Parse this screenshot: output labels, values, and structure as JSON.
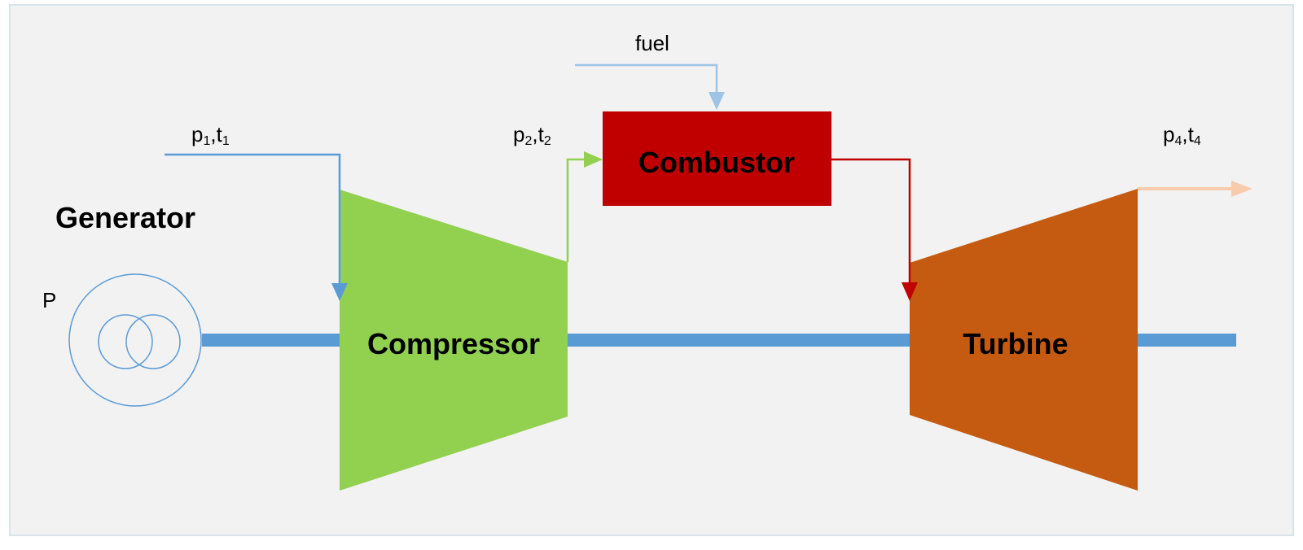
{
  "components": {
    "generator_label": "Generator",
    "power_label": "P",
    "compressor_label": "Compressor",
    "combustor_label": "Combustor",
    "turbine_label": "Turbine"
  },
  "streams": {
    "inlet": {
      "p": "p",
      "p_sub": "1",
      "sep": ",",
      "t": "t",
      "t_sub": "1"
    },
    "compressor_out": {
      "p": "p",
      "p_sub": "2",
      "sep": ",",
      "t": "t",
      "t_sub": "2"
    },
    "exhaust": {
      "p": "p",
      "p_sub": "4",
      "sep": ",",
      "t": "t",
      "t_sub": "4"
    },
    "fuel_label": "fuel"
  },
  "colors": {
    "shaft": "#5b9bd5",
    "inlet_flow": "#5b9bd5",
    "fuel_flow": "#9dc3e6",
    "compressed_flow": "#92d050",
    "hot_gas_flow": "#c00000",
    "exhaust_flow": "#f8cbad",
    "compressor": "#92d050",
    "combustor": "#c00000",
    "turbine": "#c55a11",
    "generator_lines": "#5b9bd5"
  }
}
